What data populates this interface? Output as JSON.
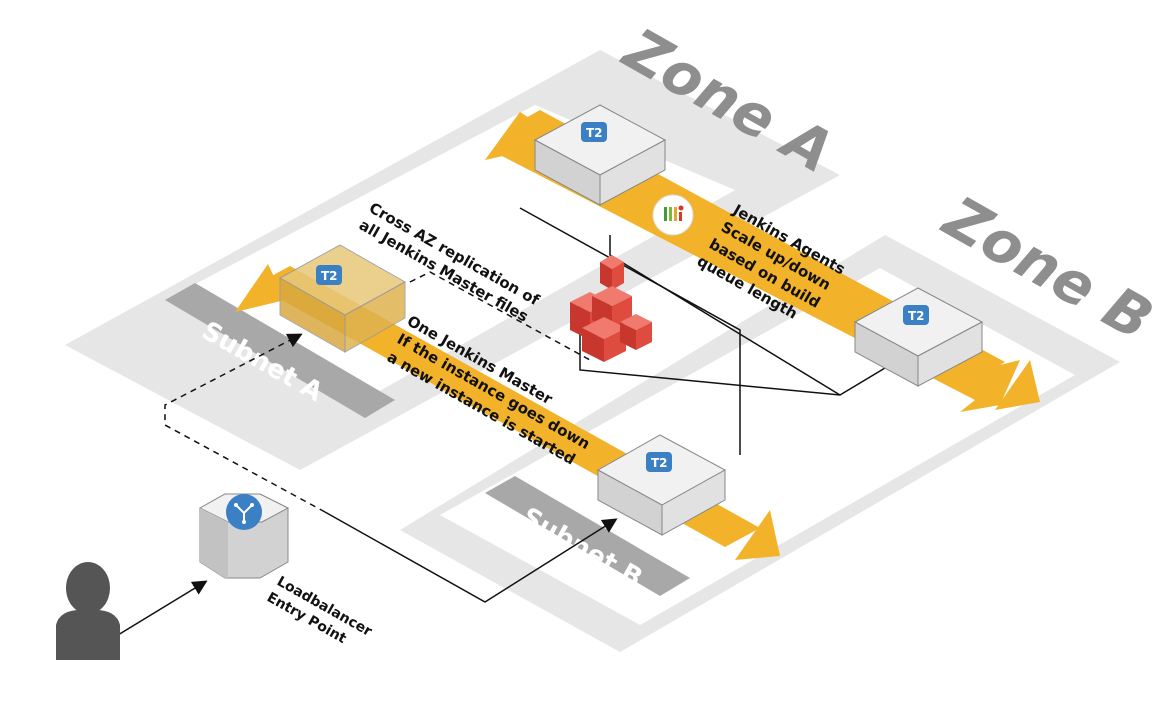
{
  "zones": {
    "zone_a": "Zone A",
    "zone_b": "Zone B"
  },
  "subnets": {
    "subnet_a": "Subnet A",
    "subnet_b": "Subnet B"
  },
  "instances": {
    "badge": "T2"
  },
  "notes": {
    "master_line1": "One Jenkins Master",
    "master_line2": "If the instance goes down",
    "master_line3": "a new instance is started",
    "agents_line1": "Jenkins Agents",
    "agents_line2": "Scale up/down",
    "agents_line3": "based on build",
    "agents_line4": "queue length",
    "replication_line1": "Cross AZ replication of",
    "replication_line2": "all Jenkins Master files",
    "lb_line1": "Loadbalancer",
    "lb_line2": "Entry Point"
  },
  "colors": {
    "zone_bg": "#e6e6e6",
    "subnet_bg": "#ffffff",
    "subnet_tab": "#a8a8a8",
    "arrow_band": "#f2b32a",
    "box_top": "#f1f1f1",
    "box_side": "#d5d5d5",
    "t2_badge": "#3b7fc4",
    "efs_red": "#d9453b",
    "user": "#555555"
  }
}
